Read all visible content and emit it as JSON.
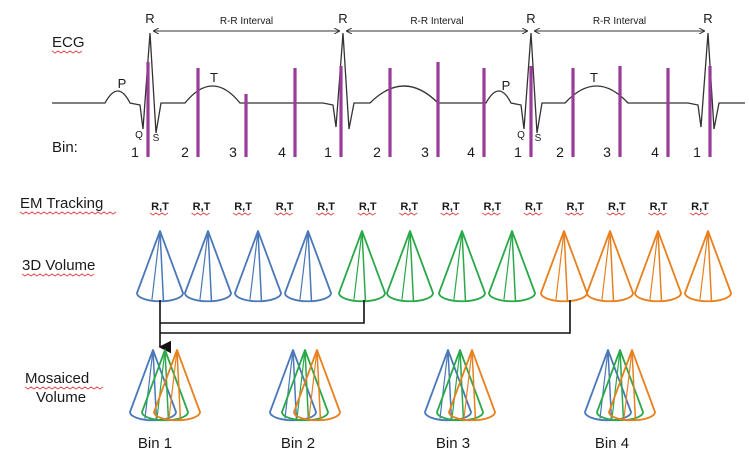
{
  "labels": {
    "ecg": "ECG",
    "bin": "Bin:",
    "em_tracking": "EM Tracking",
    "volume_3d": "3D Volume",
    "mosaiced_line1": "Mosaiced",
    "mosaiced_line2": "Volume"
  },
  "ecg": {
    "peak_label": "R",
    "interval_label": "R-R Interval",
    "wave_labels": {
      "p": "P",
      "q": "Q",
      "s": "S",
      "t": "T"
    },
    "bin_numbers": [
      "1",
      "2",
      "3",
      "4",
      "1",
      "2",
      "3",
      "4",
      "1",
      "2",
      "3",
      "4",
      "1"
    ]
  },
  "em_tracking": {
    "label": "R,T",
    "count": 14
  },
  "volumes": {
    "groups": [
      {
        "color": "#4a78b8",
        "count": 4
      },
      {
        "color": "#2aa84a",
        "count": 4
      },
      {
        "color": "#e8801e",
        "count": 4
      }
    ]
  },
  "mosaic": {
    "colors": [
      "#4a78b8",
      "#2aa84a",
      "#e8801e"
    ],
    "bins": [
      "Bin 1",
      "Bin 2",
      "Bin 3",
      "Bin 4"
    ]
  },
  "colors": {
    "bin_marker": "#9a3b9a",
    "ecg_trace": "#333333",
    "text": "#1a1a1a"
  }
}
